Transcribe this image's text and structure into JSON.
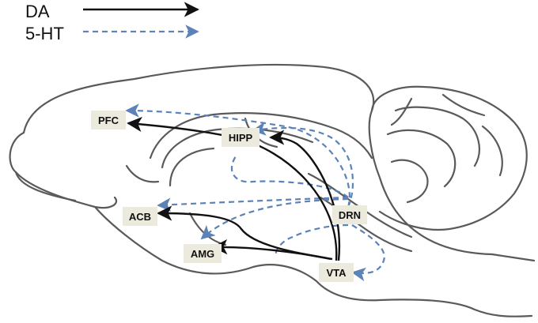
{
  "legend": {
    "da_label": "DA",
    "ht_label": "5-HT",
    "da_color": "#111111",
    "ht_color": "#5b83b8"
  },
  "regions": {
    "pfc": "PFC",
    "hipp": "HIPP",
    "acb": "ACB",
    "drn": "DRN",
    "amg": "AMG",
    "vta": "VTA"
  }
}
